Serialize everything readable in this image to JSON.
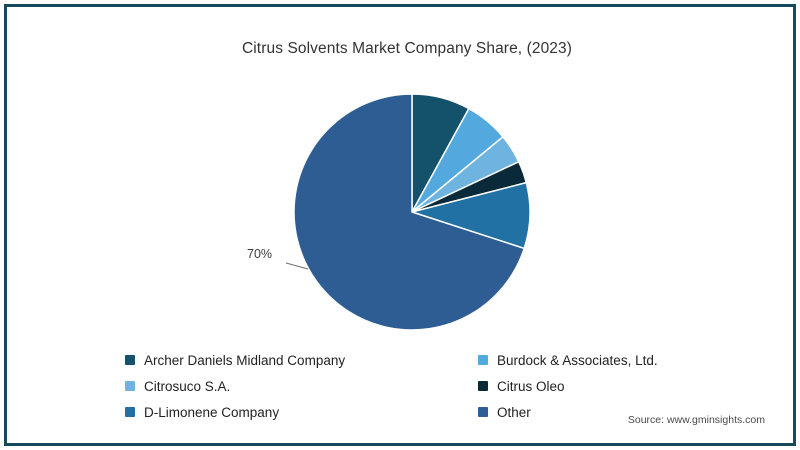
{
  "frame": {
    "border_color": "#16495c",
    "background": "#ffffff"
  },
  "title": "Citrus Solvents Market Company Share, (2023)",
  "callout": {
    "percent_label": "70%"
  },
  "legend": {
    "left_column": [
      {
        "label": "Archer Daniels Midland Company",
        "color": "#14516b"
      },
      {
        "label": "Citrosuco S.A.",
        "color": "#6fb4e0"
      },
      {
        "label": "D-Limonene Company",
        "color": "#2271a5"
      }
    ],
    "right_column": [
      {
        "label": "Burdock & Associates, Ltd.",
        "color": "#53a9dd"
      },
      {
        "label": " Citrus Oleo",
        "color": "#0a2a3a"
      },
      {
        "label": "Other",
        "color": "#2d5d92"
      }
    ]
  },
  "source": "Source: www.gminsights.com",
  "chart_data": {
    "type": "pie",
    "title": "Citrus Solvents Market Company Share, (2023)",
    "unit": "percent",
    "start_angle_deg": 0,
    "direction": "clockwise",
    "legend_position": "bottom",
    "labels": [
      "Archer Daniels Midland Company",
      "Burdock & Associates, Ltd.",
      "Citrosuco S.A.",
      " Citrus Oleo",
      "D-Limonene Company",
      "Other"
    ],
    "slices": [
      {
        "label": "Archer Daniels Midland Company",
        "value": 8,
        "color": "#14516b"
      },
      {
        "label": "Burdock & Associates, Ltd.",
        "value": 6,
        "color": "#53a9dd"
      },
      {
        "label": "Citrosuco S.A.",
        "value": 4,
        "color": "#6fb4e0"
      },
      {
        "label": " Citrus Oleo",
        "value": 3,
        "color": "#0a2a3a"
      },
      {
        "label": "D-Limonene Company",
        "value": 9,
        "color": "#2271a5"
      },
      {
        "label": "Other",
        "value": 70,
        "color": "#2d5d92"
      }
    ],
    "values": [
      8,
      6,
      4,
      3,
      9,
      70
    ],
    "data_labels": [
      "70%"
    ],
    "slice_border_color": "#ffffff",
    "slice_border_width": 1.5
  }
}
